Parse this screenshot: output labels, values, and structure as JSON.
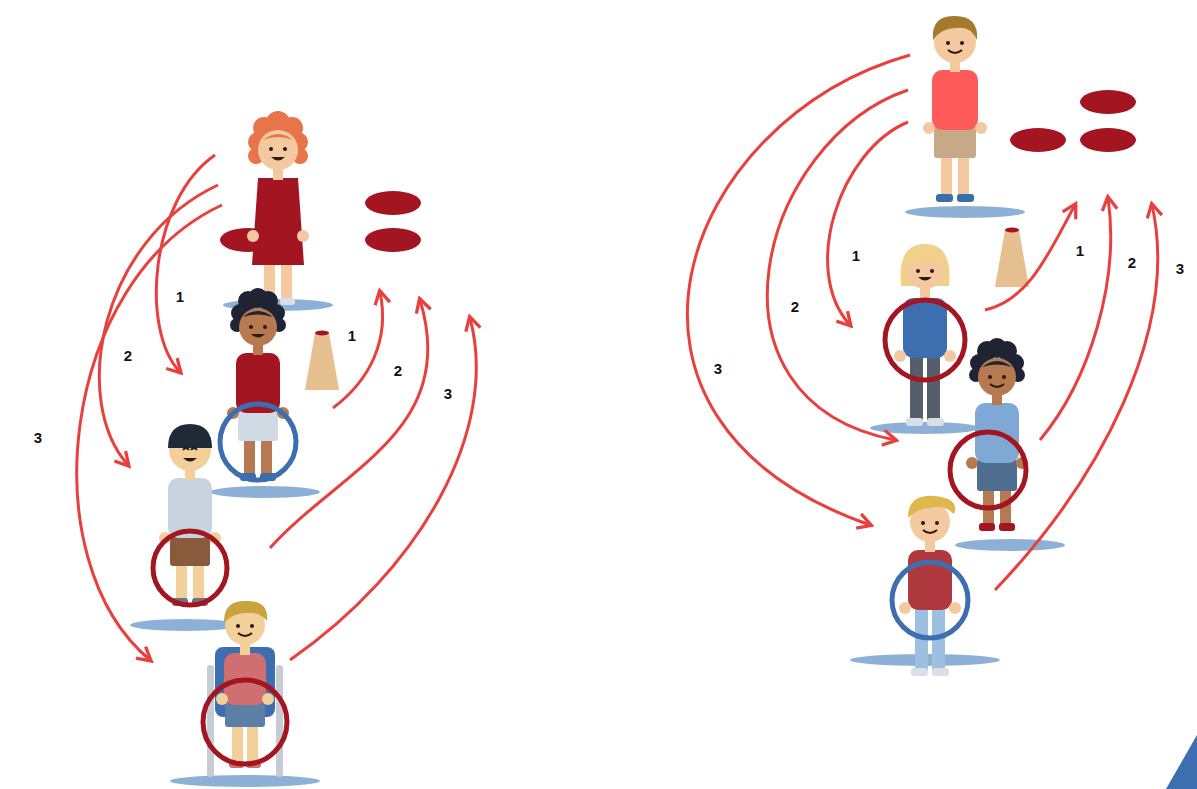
{
  "diagram": {
    "labels": [
      "1",
      "2",
      "3",
      "1",
      "2",
      "3",
      "1",
      "2",
      "3",
      "1",
      "2",
      "3"
    ]
  }
}
